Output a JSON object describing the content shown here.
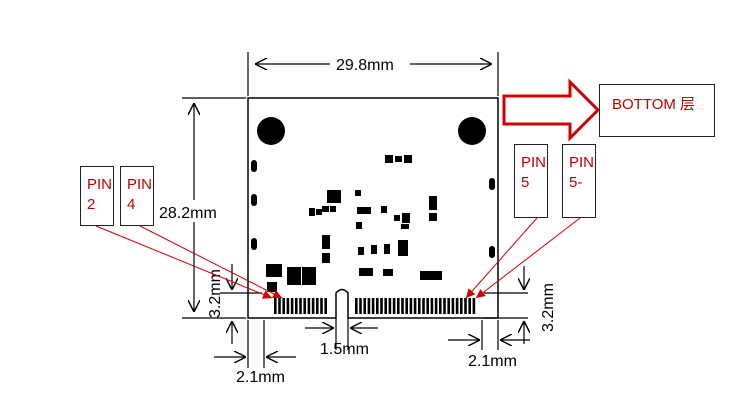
{
  "dimensions": {
    "width_top": "29.8mm",
    "height_left": "28.2mm",
    "height_left_small": "3.2mm",
    "height_right_small": "3.2mm",
    "gap_center": "1.5mm",
    "offset_left": "2.1mm",
    "offset_right": "2.1mm"
  },
  "labels": {
    "pin2": "PIN2",
    "pin4": "PIN4",
    "pin5": "PIN5",
    "pin5_dash": "PIN5-",
    "bottom_layer": "BOTTOM 层"
  },
  "colors": {
    "label_text": "#c00000",
    "arrow_red": "#d00000",
    "board_outline": "#000000"
  }
}
